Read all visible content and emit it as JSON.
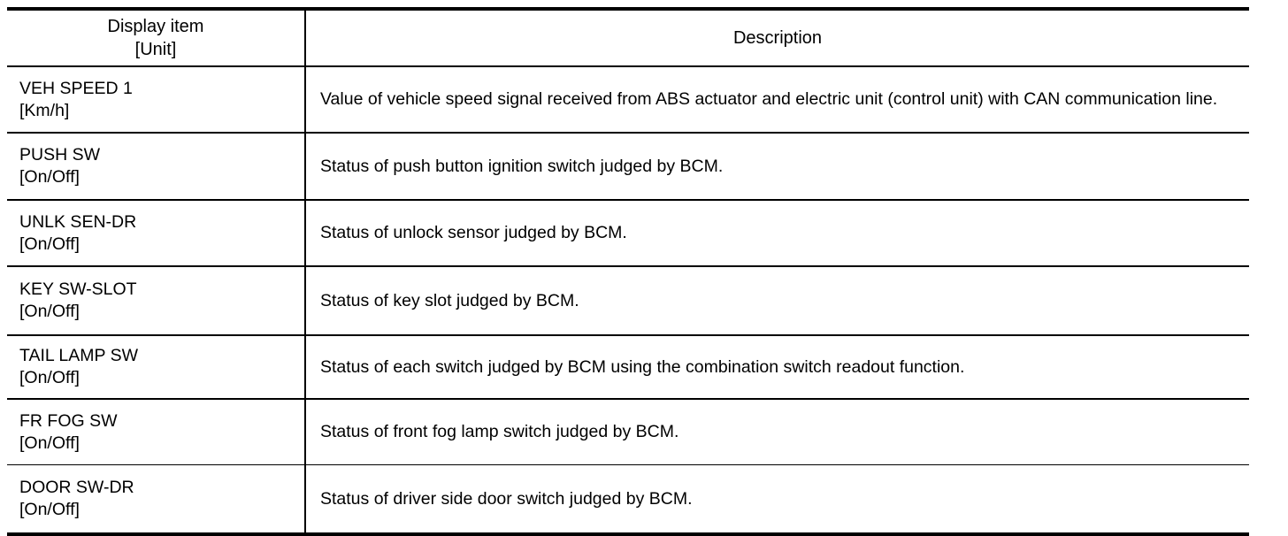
{
  "table": {
    "headers": {
      "item_line1": "Display item",
      "item_line2": "[Unit]",
      "description": "Description"
    },
    "rows": [
      {
        "name": "VEH SPEED 1",
        "unit": "[Km/h]",
        "description": "Value of vehicle speed signal received from ABS actuator and electric unit (control unit) with CAN communication line."
      },
      {
        "name": "PUSH SW",
        "unit": "[On/Off]",
        "description": "Status of push button ignition switch judged by BCM."
      },
      {
        "name": "UNLK SEN-DR",
        "unit": "[On/Off]",
        "description": "Status of unlock sensor judged by BCM."
      },
      {
        "name": "KEY SW-SLOT",
        "unit": "[On/Off]",
        "description": "Status of key slot judged by BCM."
      },
      {
        "name": "TAIL LAMP SW",
        "unit": "[On/Off]",
        "description": "Status of each switch judged by BCM using the combination switch readout function."
      },
      {
        "name": "FR FOG SW",
        "unit": "[On/Off]",
        "description": "Status of front fog lamp switch judged by BCM."
      },
      {
        "name": "DOOR SW-DR",
        "unit": "[On/Off]",
        "description": "Status of driver side door switch judged by BCM."
      }
    ]
  },
  "colors": {
    "rule": "#000000",
    "text": "#000000",
    "background": "#ffffff"
  }
}
